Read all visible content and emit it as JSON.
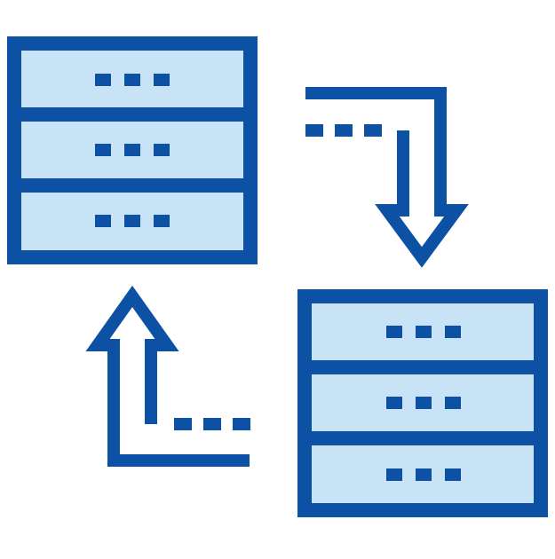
{
  "icon": {
    "name": "server-sync-icon",
    "colors": {
      "stroke": "#0C51A3",
      "fill": "#C9E3F6",
      "background": "#FFFFFF"
    },
    "servers": [
      {
        "name": "server-top-left",
        "units": 3
      },
      {
        "name": "server-bottom-right",
        "units": 3
      }
    ],
    "arrows": [
      {
        "name": "arrow-down-right",
        "direction": "down"
      },
      {
        "name": "arrow-up-left",
        "direction": "up"
      }
    ]
  }
}
